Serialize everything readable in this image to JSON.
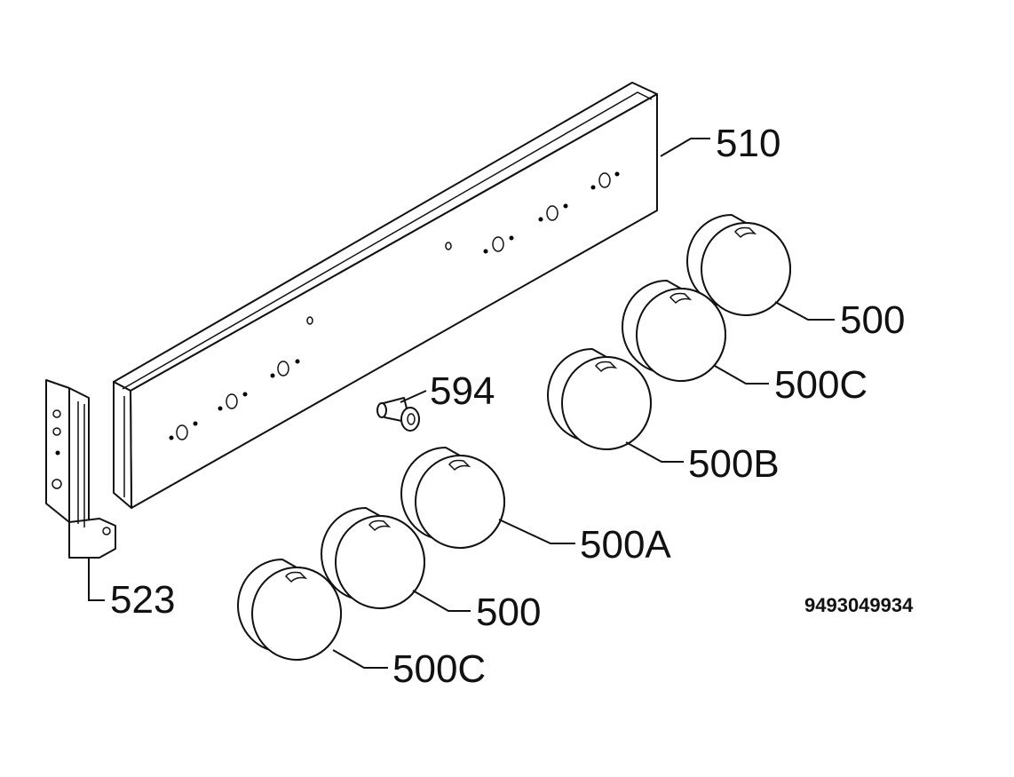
{
  "diagram": {
    "reference_number": "9493049934",
    "parts": [
      {
        "id": "panel",
        "label": "510"
      },
      {
        "id": "bracket",
        "label": "523"
      },
      {
        "id": "shaft",
        "label": "594"
      },
      {
        "id": "knob-right-top",
        "label": "500"
      },
      {
        "id": "knob-right-middle",
        "label": "500C"
      },
      {
        "id": "knob-right-bottom",
        "label": "500B"
      },
      {
        "id": "knob-left-top",
        "label": "500A"
      },
      {
        "id": "knob-left-middle",
        "label": "500"
      },
      {
        "id": "knob-left-bottom",
        "label": "500C"
      }
    ]
  }
}
